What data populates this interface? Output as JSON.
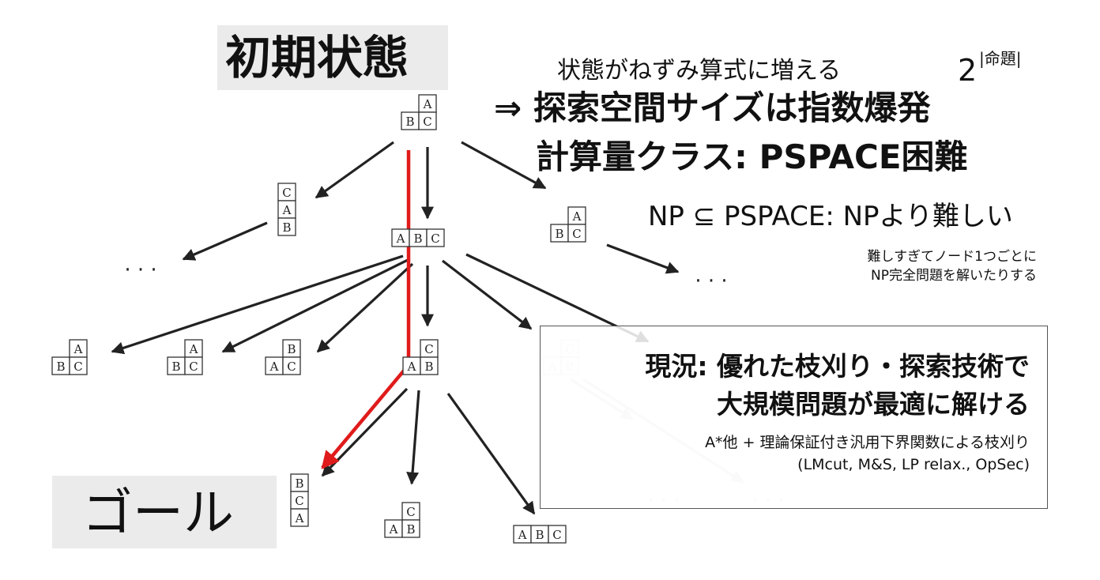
{
  "labels": {
    "initial": "初期状態",
    "goal": "ゴール"
  },
  "text": {
    "growth": "状態がねずみ算式に増える",
    "formula_base": "2",
    "formula_exp": "|命題|",
    "explosion": "⇒ 探索空間サイズは指数爆発",
    "complexity": "計算量クラス: PSPACE困難",
    "np": "NP ⊆ PSPACE: NPより難しい",
    "note_line1": "難しすぎてノード1つごとに",
    "note_line2": "NP完全問題を解いたりする"
  },
  "panel": {
    "heading_line1": "現況: 優れた枝刈り・探索技術で",
    "heading_line2": "大規模問題が最適に解ける",
    "sub_line1": "A*他 + 理論保証付き汎用下界関数による枝刈り",
    "sub_line2": "(LMcut, M&S, LP relax., OpSec)"
  },
  "tree": {
    "ellipsis": "· · ·",
    "colors": {
      "edge": "#222222",
      "path": "#e01b1b",
      "faded": "#d8d8d8"
    },
    "nodes": {
      "root": [
        [
          "A"
        ],
        [
          "B",
          "C"
        ]
      ],
      "left1": [
        [
          "C"
        ],
        [
          "A"
        ],
        [
          "B"
        ]
      ],
      "mid1": [
        [
          "A",
          "B",
          "C"
        ]
      ],
      "right1": [
        [
          "A"
        ],
        [
          "B",
          "C"
        ]
      ],
      "l2a": [
        [
          "A"
        ],
        [
          "B",
          "C"
        ]
      ],
      "l2b": [
        [
          "A"
        ],
        [
          "B",
          "C"
        ]
      ],
      "l2c": [
        [
          "B"
        ],
        [
          "A",
          "C"
        ]
      ],
      "l2d": [
        [
          "C"
        ],
        [
          "A",
          "B"
        ]
      ],
      "l2e": [
        [
          "C"
        ],
        [
          "A",
          "B"
        ]
      ],
      "g1": [
        [
          "B"
        ],
        [
          "C"
        ],
        [
          "A"
        ]
      ],
      "g2": [
        [
          "C"
        ],
        [
          "A",
          "B"
        ]
      ],
      "g3": [
        [
          "A",
          "B",
          "C"
        ]
      ]
    }
  }
}
